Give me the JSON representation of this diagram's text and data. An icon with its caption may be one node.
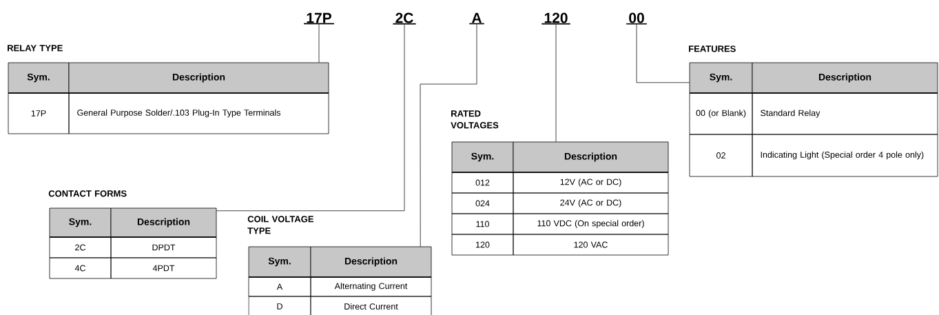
{
  "diagram": {
    "nodes": [
      {
        "text": [
          "17P"
        ]
      },
      {
        "text": [
          "2C"
        ]
      },
      {
        "text": [
          "A"
        ]
      },
      {
        "text": [
          "120"
        ]
      },
      {
        "text": [
          "00"
        ]
      },
      {
        "text": [
          "RELAY TYPE",
          "Sym.",
          "Description",
          "17P",
          "General Purpose Solder/.103 Plug-In Type Terminals"
        ]
      },
      {
        "text": [
          "CONTACT FORMS",
          "Sym.",
          "Description",
          "2C",
          "DPDT",
          "4C",
          "4PDT"
        ]
      },
      {
        "text": [
          "COIL VOLTAGE TYPE",
          "Sym.",
          "Description",
          "A",
          "Alternating Current",
          "D",
          "Direct Current"
        ]
      },
      {
        "text": [
          "RATED VOLTAGES",
          "Sym.",
          "Description",
          "012",
          "12V (AC or DC)",
          "024",
          "24V (AC or DC)",
          "110",
          "110 VDC (On special order)",
          "120",
          "120 VAC"
        ]
      },
      {
        "text": [
          "FEATURES",
          "Sym.",
          "Description",
          "00 (or Blank)",
          "Standard Relay",
          "02",
          "Indicating Light (Special order 4 pole only)"
        ]
      }
    ],
    "edges": [
      {
        "from": 0,
        "to": 5,
        "arrow": "none"
      },
      {
        "from": 1,
        "to": 6,
        "arrow": "none"
      },
      {
        "from": 2,
        "to": 7,
        "arrow": "none"
      },
      {
        "from": 3,
        "to": 8,
        "arrow": "none"
      },
      {
        "from": 4,
        "to": 9,
        "arrow": "none"
      }
    ]
  }
}
